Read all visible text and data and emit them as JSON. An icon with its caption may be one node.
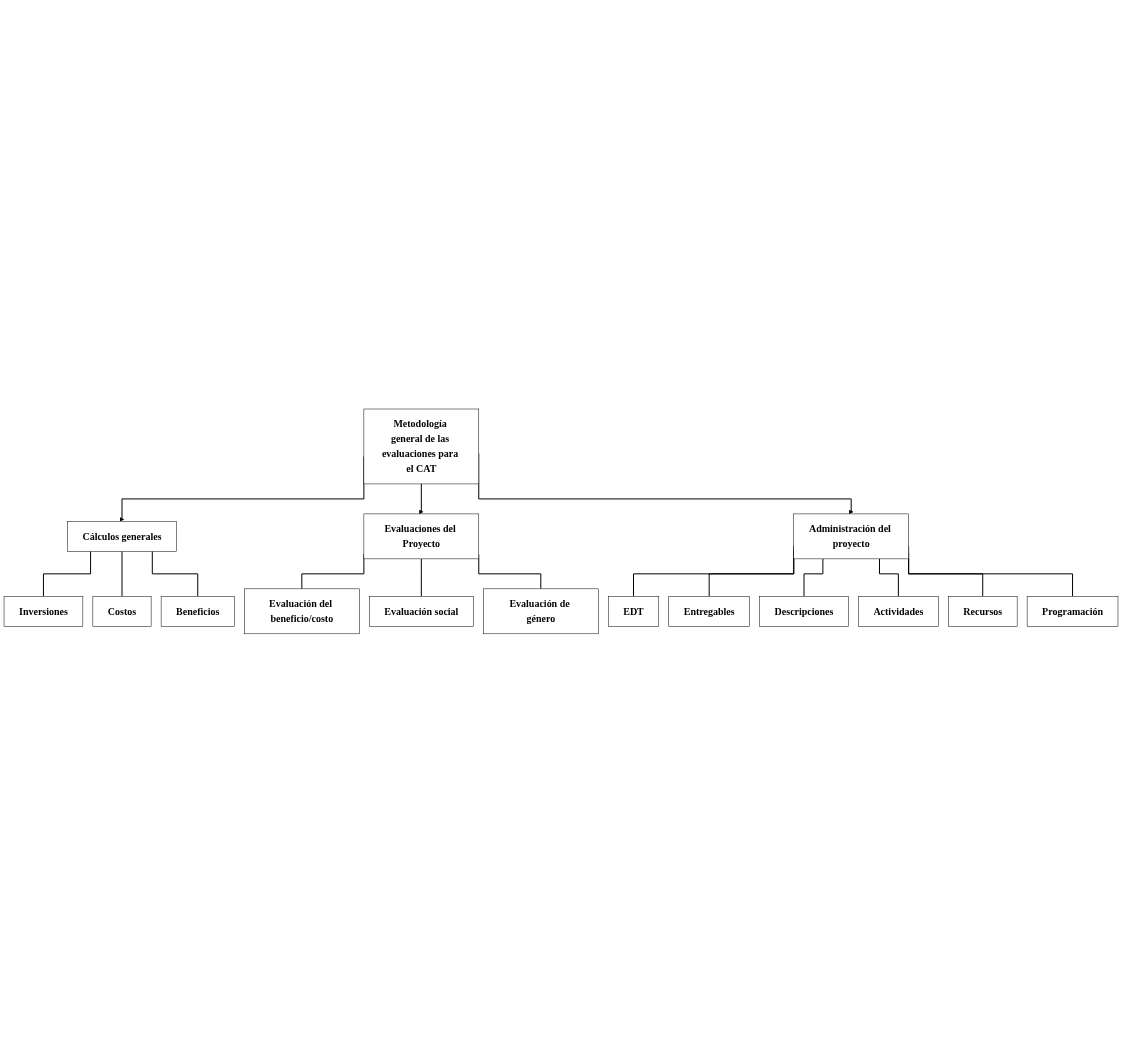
{
  "diagram": {
    "nodes": [
      {
        "text": [
          "Metodología general de las evaluaciones para el CAT"
        ]
      },
      {
        "text": [
          "Cálculos generales"
        ]
      },
      {
        "text": [
          "Evaluaciones del Proyecto"
        ]
      },
      {
        "text": [
          "Administración del proyecto"
        ]
      },
      {
        "text": [
          "Inversiones"
        ]
      },
      {
        "text": [
          "Costos"
        ]
      },
      {
        "text": [
          "Beneficios"
        ]
      },
      {
        "text": [
          "Evaluación del beneficio/costo"
        ]
      },
      {
        "text": [
          "Evaluación social"
        ]
      },
      {
        "text": [
          "Evaluación de género"
        ]
      },
      {
        "text": [
          "EDT"
        ]
      },
      {
        "text": [
          "Entregables"
        ]
      },
      {
        "text": [
          "Descripciones"
        ]
      },
      {
        "text": [
          "Actividades"
        ]
      },
      {
        "text": [
          "Recursos"
        ]
      },
      {
        "text": [
          "Programación"
        ]
      }
    ],
    "edges": [
      {
        "from": 0,
        "to": 1,
        "arrow": "to"
      },
      {
        "from": 0,
        "to": 2,
        "arrow": "to"
      },
      {
        "from": 0,
        "to": 3,
        "arrow": "to"
      },
      {
        "from": 1,
        "to": 4,
        "arrow": "none"
      },
      {
        "from": 1,
        "to": 5,
        "arrow": "none"
      },
      {
        "from": 1,
        "to": 6,
        "arrow": "none"
      },
      {
        "from": 2,
        "to": 7,
        "arrow": "none"
      },
      {
        "from": 2,
        "to": 8,
        "arrow": "none"
      },
      {
        "from": 2,
        "to": 9,
        "arrow": "none"
      },
      {
        "from": 3,
        "to": 10,
        "arrow": "none"
      },
      {
        "from": 3,
        "to": 11,
        "arrow": "none"
      },
      {
        "from": 3,
        "to": 12,
        "arrow": "none"
      },
      {
        "from": 3,
        "to": 13,
        "arrow": "none"
      },
      {
        "from": 3,
        "to": 14,
        "arrow": "none"
      },
      {
        "from": 3,
        "to": 15,
        "arrow": "none"
      }
    ]
  }
}
